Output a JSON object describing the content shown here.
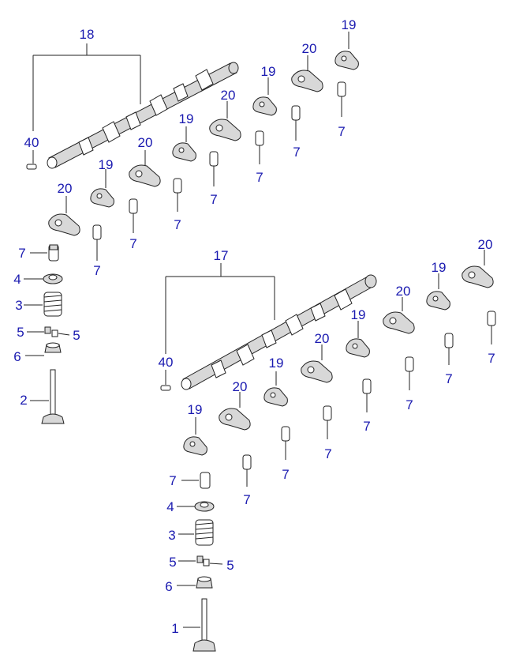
{
  "diagram": {
    "labels": {
      "camshaft_upper": "18",
      "camshaft_lower": "17",
      "pin": "40",
      "rocker_arm_a": "19",
      "rocker_arm_b": "20",
      "lash_adjuster": "7",
      "valve_exhaust": "1",
      "valve_intake": "2",
      "spring": "3",
      "retainer": "4",
      "cotter": "5",
      "stem_seal": "6"
    },
    "colors": {
      "callout": "#1a1ab0",
      "line": "#222222",
      "part_fill": "#d8d8d8"
    }
  }
}
